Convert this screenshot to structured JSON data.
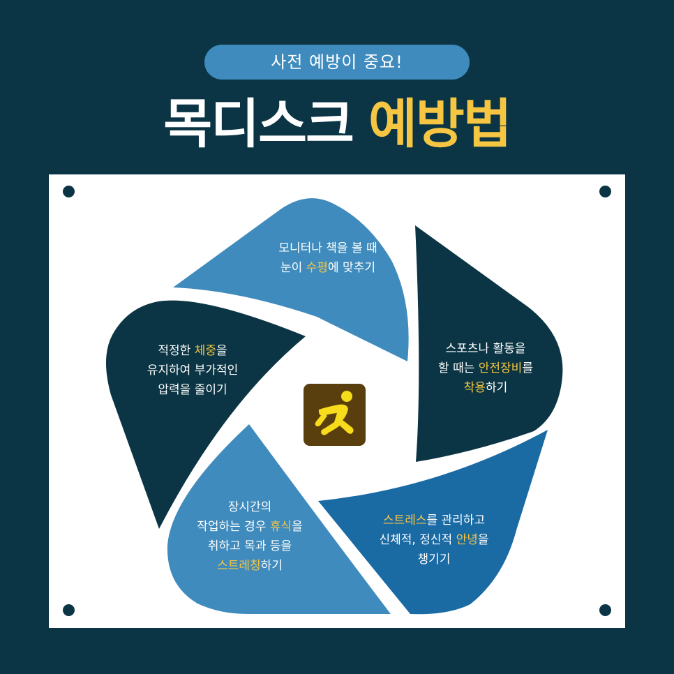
{
  "header": {
    "pill_label": "사전 예방이 중요!",
    "title_white": "목디스크",
    "title_yellow": "예방법"
  },
  "colors": {
    "background": "#0b3544",
    "pill": "#3f8bbd",
    "highlight": "#f6c642",
    "petal_light_blue": "#3f8bbd",
    "petal_dark_navy": "#0b3544",
    "petal_mid_blue": "#1a6aa4",
    "logo_bg": "#5a3f0e",
    "logo_figure": "#f7dc1b"
  },
  "center_icon": "running-person-icon",
  "tips": [
    {
      "id": "monitor",
      "lines": [
        [
          {
            "t": "모니터나 책을 볼 때",
            "hl": false
          }
        ],
        [
          {
            "t": "눈이 ",
            "hl": false
          },
          {
            "t": "수평",
            "hl": true
          },
          {
            "t": "에 맞추기",
            "hl": false
          }
        ]
      ]
    },
    {
      "id": "sports",
      "lines": [
        [
          {
            "t": "스포츠나 활동을",
            "hl": false
          }
        ],
        [
          {
            "t": "할 때는 ",
            "hl": false
          },
          {
            "t": "안전장비",
            "hl": true
          },
          {
            "t": "를",
            "hl": false
          }
        ],
        [
          {
            "t": "착용",
            "hl": true
          },
          {
            "t": "하기",
            "hl": false
          }
        ]
      ]
    },
    {
      "id": "stress",
      "lines": [
        [
          {
            "t": "스트레스",
            "hl": true
          },
          {
            "t": "를 관리하고",
            "hl": false
          }
        ],
        [
          {
            "t": "신체적, 정신적 ",
            "hl": false
          },
          {
            "t": "안녕",
            "hl": true
          },
          {
            "t": "을",
            "hl": false
          }
        ],
        [
          {
            "t": "챙기기",
            "hl": false
          }
        ]
      ]
    },
    {
      "id": "rest",
      "lines": [
        [
          {
            "t": "장시간의",
            "hl": false
          }
        ],
        [
          {
            "t": "작업하는 경우 ",
            "hl": false
          },
          {
            "t": "휴식",
            "hl": true
          },
          {
            "t": "을",
            "hl": false
          }
        ],
        [
          {
            "t": "취하고 목과 등을",
            "hl": false
          }
        ],
        [
          {
            "t": "스트레칭",
            "hl": true
          },
          {
            "t": "하기",
            "hl": false
          }
        ]
      ]
    },
    {
      "id": "weight",
      "lines": [
        [
          {
            "t": "적정한 ",
            "hl": false
          },
          {
            "t": "체중",
            "hl": true
          },
          {
            "t": "을",
            "hl": false
          }
        ],
        [
          {
            "t": "유지하여 부가적인",
            "hl": false
          }
        ],
        [
          {
            "t": "압력을 줄이기",
            "hl": false
          }
        ]
      ]
    }
  ]
}
